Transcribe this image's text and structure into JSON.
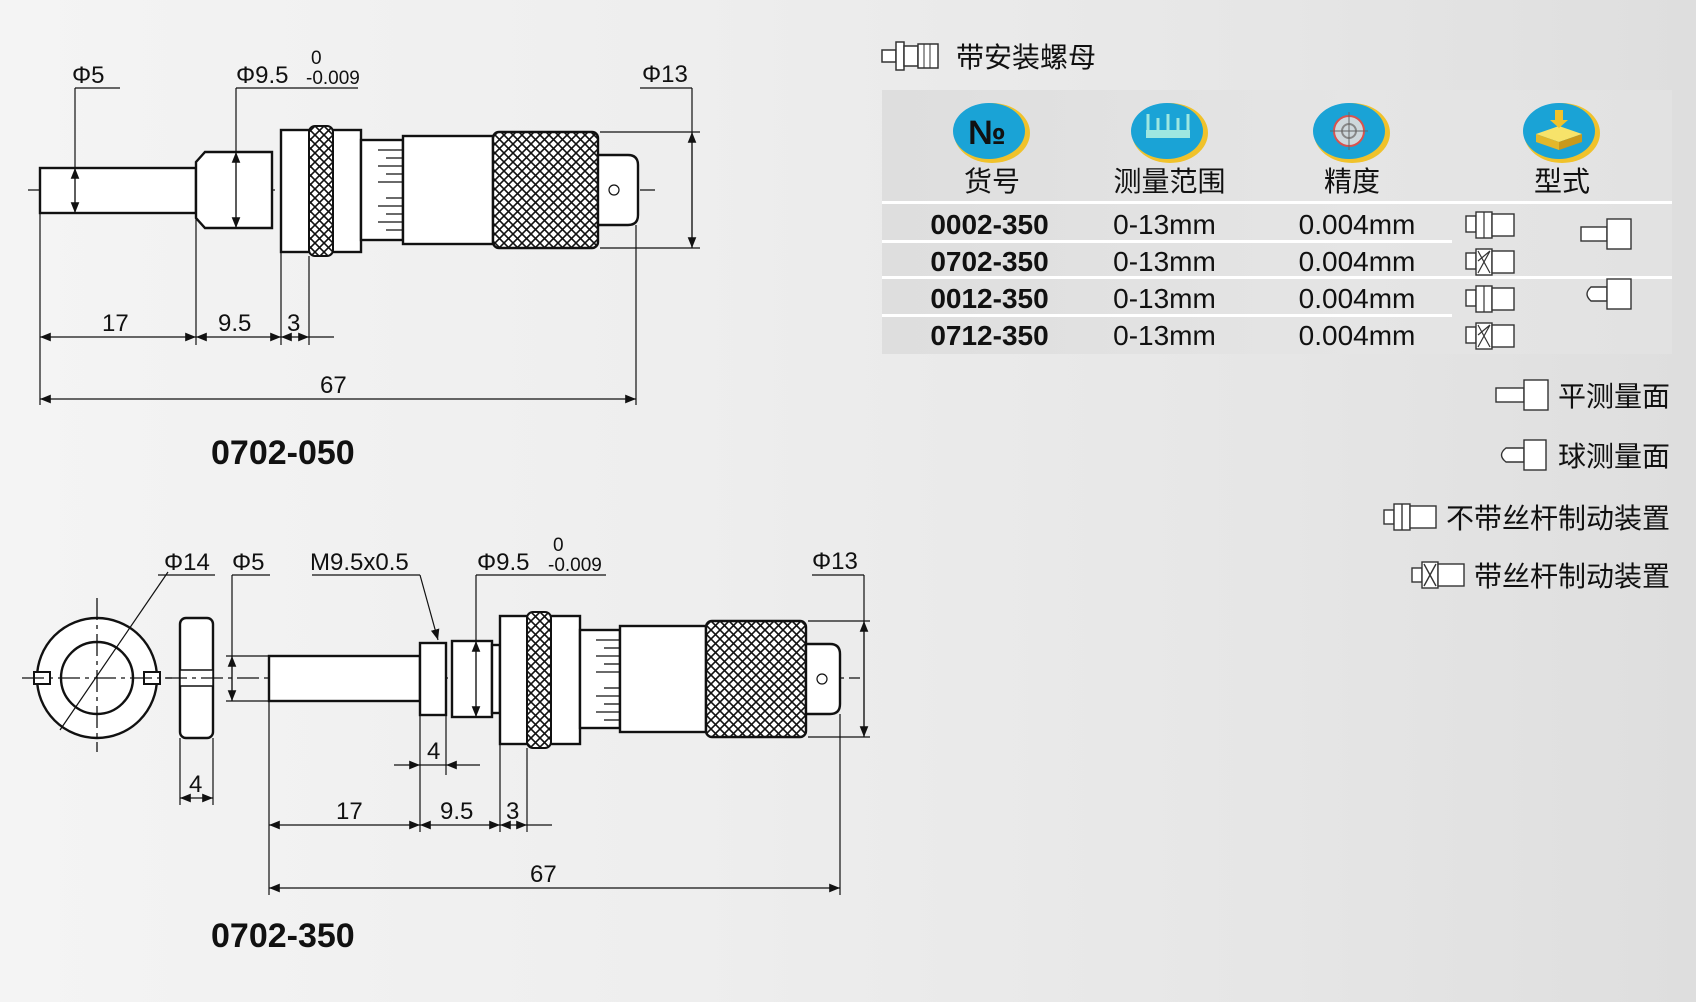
{
  "drawing_top": {
    "model": "0702-050",
    "dia_spindle": "Φ5",
    "dia_barrel": "Φ9.5",
    "tol_upper": "0",
    "tol_lower": "-0.009",
    "dia_head": "Φ13",
    "len_spindle": "17",
    "len_barrel": "9.5",
    "len_ring": "3",
    "len_total": "67"
  },
  "drawing_bottom": {
    "model": "0702-350",
    "dia_nut": "Φ14",
    "dia_spindle": "Φ5",
    "thread": "M9.5x0.5",
    "dia_barrel": "Φ9.5",
    "tol_upper": "0",
    "tol_lower": "-0.009",
    "dia_head": "Φ13",
    "nut_thickness": "4",
    "thread_len": "4",
    "len_spindle": "17",
    "len_barrel": "9.5",
    "len_ring": "3",
    "len_total": "67"
  },
  "catalog": {
    "nut_label": "带安装螺母",
    "headers": {
      "number": "货号",
      "range": "测量范围",
      "accuracy": "精度",
      "type": "型式"
    },
    "rows": [
      {
        "no": "0002-350",
        "range": "0-13mm",
        "accuracy": "0.004mm"
      },
      {
        "no": "0702-350",
        "range": "0-13mm",
        "accuracy": "0.004mm"
      },
      {
        "no": "0012-350",
        "range": "0-13mm",
        "accuracy": "0.004mm"
      },
      {
        "no": "0712-350",
        "range": "0-13mm",
        "accuracy": "0.004mm"
      }
    ],
    "legend": {
      "flat": "平测量面",
      "ball": "球测量面",
      "no_lock": "不带丝杆制动装置",
      "with_lock": "带丝杆制动装置"
    },
    "icon_no_text": "№",
    "header_icon_color": "#1aa3d6",
    "header_icon_ring": "#f0c22b"
  }
}
